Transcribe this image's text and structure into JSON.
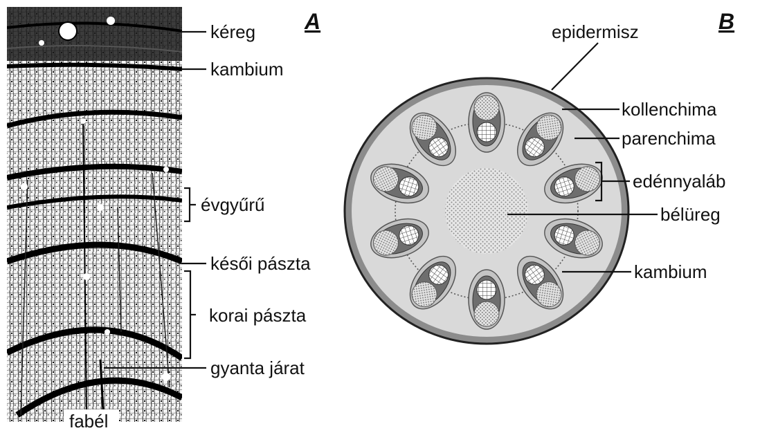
{
  "panel_a": {
    "letter": "A",
    "labels": {
      "kereg": "kéreg",
      "kambium": "kambium",
      "evgyuru": "évgyűrű",
      "kesoi": "késői pászta",
      "korai": "korai pászta",
      "gyanta": "gyanta járat",
      "fabel": "fabél"
    }
  },
  "panel_b": {
    "letter": "B",
    "labels": {
      "epidermisz": "epidermisz",
      "kollenchima": "kollenchima",
      "parenchima": "parenchima",
      "edenynyalab": "edénnyaláb",
      "belureg": "bélüreg",
      "kambium": "kambium"
    },
    "vascular_bundle_count": 10
  },
  "colors": {
    "epidermis": "#8c8c8c",
    "ground_tissue": "#d9d9d9",
    "bundle_outer": "#c4c4c4",
    "bundle_inner": "#6e6e6e",
    "wood_dark": "#141414"
  }
}
